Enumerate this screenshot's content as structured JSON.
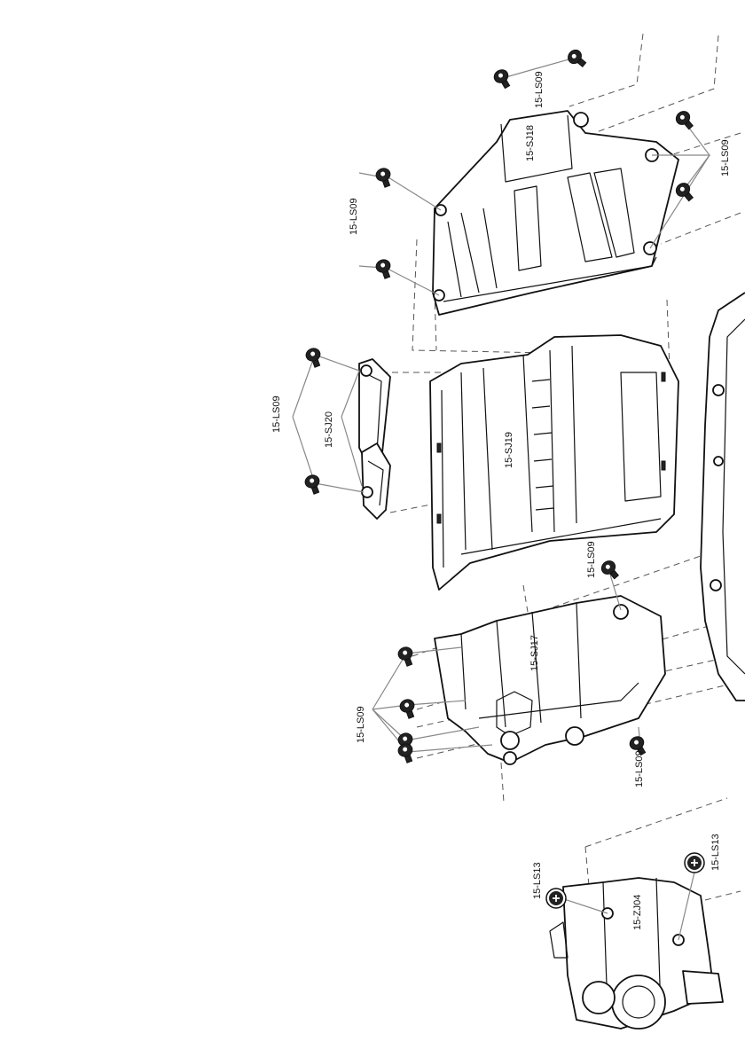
{
  "labels": {
    "ls09_top": "15-LS09",
    "sj18": "15-SJ18",
    "ls09_topleft": "15-LS09",
    "ls09_right": "15-LS09",
    "ls09_left": "15-LS09",
    "sj20": "15-SJ20",
    "sj19": "15-SJ19",
    "ls09_mid": "15-LS09",
    "sj17": "15-SJ17",
    "ls09_lower": "15-LS09",
    "ls09_bottom": "15-LS09",
    "ls13_left": "15-LS13",
    "ls13_right": "15-LS13",
    "zj04": "15-ZJ04"
  },
  "icons": {
    "screw": "hex-socket-screw-icon",
    "phillips_screw": "phillips-screw-icon"
  }
}
